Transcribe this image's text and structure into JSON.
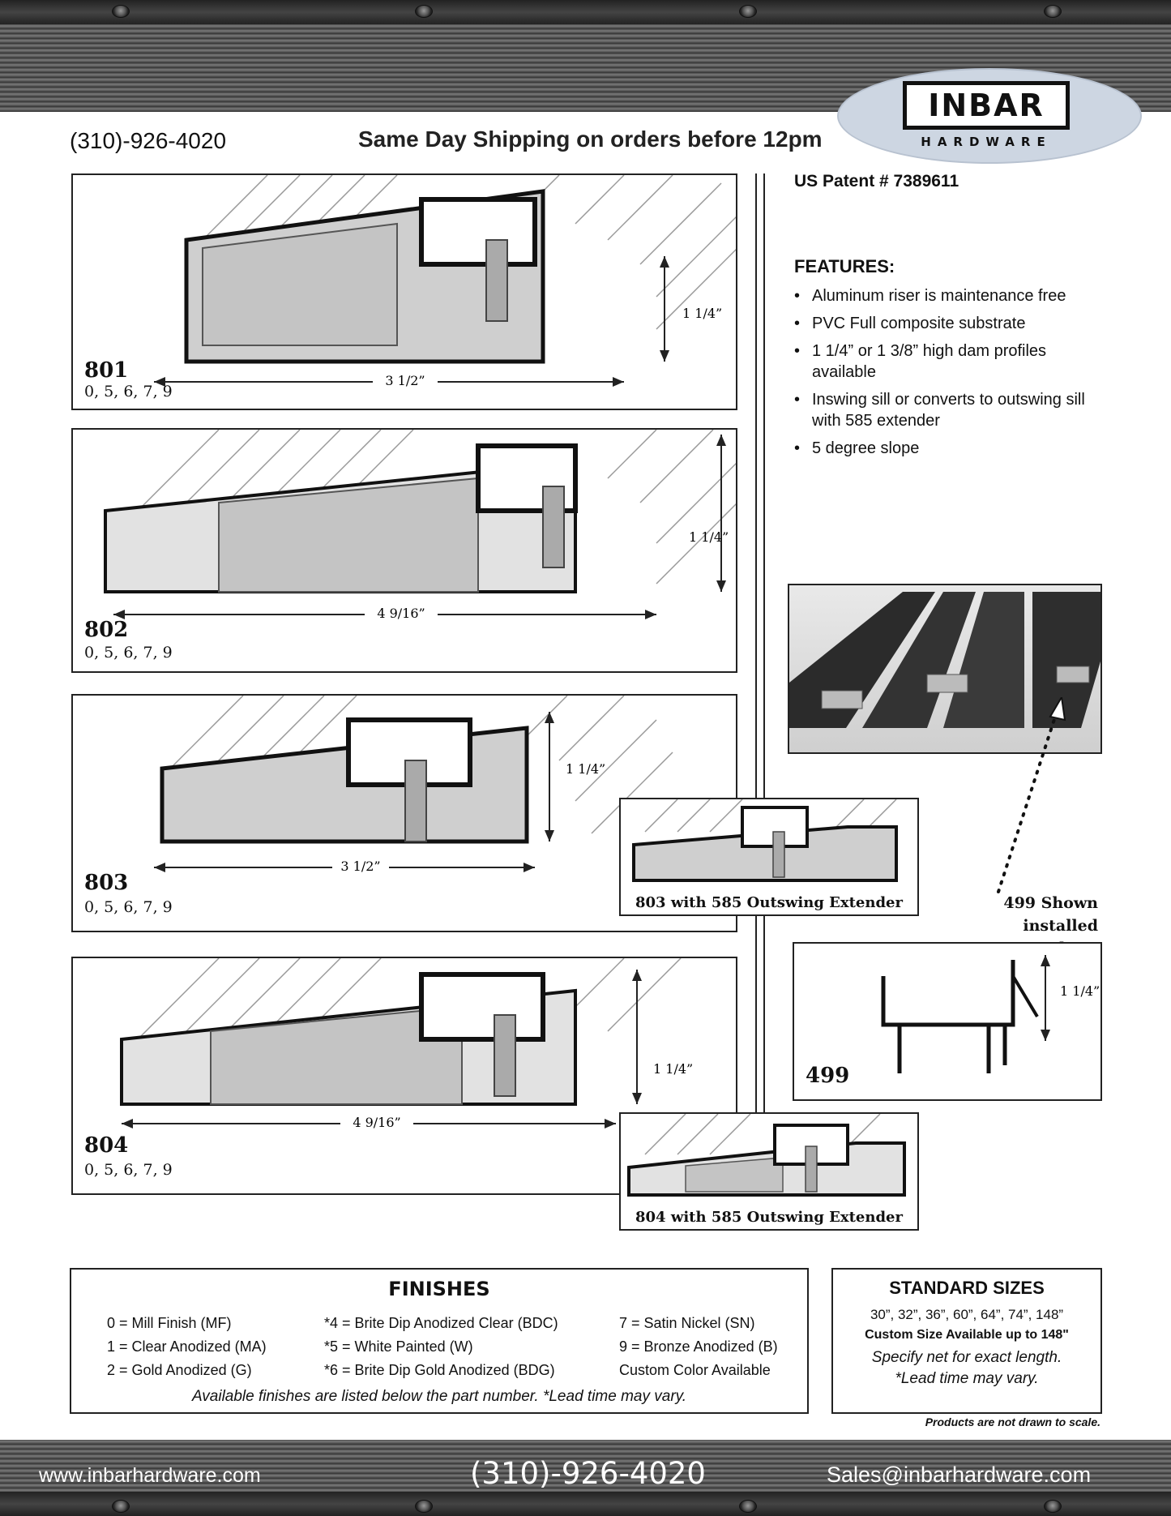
{
  "header": {
    "phone": "(310)-926-4020",
    "shipping": "Same Day Shipping on orders before 12pm",
    "logo": {
      "name": "INBAR",
      "sub": "HARDWARE"
    }
  },
  "patent": "US Patent # 7389611",
  "features": {
    "title": "FEATURES:",
    "items": [
      "Aluminum riser is maintenance free",
      "PVC Full composite substrate",
      "1 1/4” or 1 3/8” high dam profiles available",
      "Inswing sill or converts to outswing sill with 585 extender",
      "5 degree slope"
    ]
  },
  "products": [
    {
      "number": "801",
      "finishes": "0, 5, 6, 7, 9",
      "width": "3 1/2”",
      "height": "1 1/4”"
    },
    {
      "number": "802",
      "finishes": "0, 5, 6, 7, 9",
      "width": "4 9/16”",
      "height": "1 1/4”"
    },
    {
      "number": "803",
      "finishes": "0, 5, 6, 7, 9",
      "width": "3 1/2”",
      "height": "1 1/4”"
    },
    {
      "number": "804",
      "finishes": "0, 5, 6, 7, 9",
      "width": "4 9/16”",
      "height": "1 1/4”"
    }
  ],
  "extenders": {
    "e803": "803 with 585 Outswing Extender",
    "e804": "804 with 585 Outswing Extender"
  },
  "part499": {
    "number": "499",
    "height": "1 1/4”",
    "note_line1": "499 Shown",
    "note_line2": "installed here"
  },
  "finishes": {
    "title": "FINISHES",
    "col1": [
      "0 = Mill Finish (MF)",
      "1 = Clear Anodized (MA)",
      "2 = Gold Anodized (G)"
    ],
    "col2": [
      "*4 = Brite Dip Anodized Clear (BDC)",
      "*5 = White Painted (W)",
      "*6 = Brite Dip Gold Anodized (BDG)"
    ],
    "col3": [
      "7 = Satin Nickel (SN)",
      "9 = Bronze Anodized (B)",
      "Custom Color Available"
    ],
    "note": "Available finishes are listed below the part number. *Lead time may vary."
  },
  "sizes": {
    "title": "STANDARD SIZES",
    "list": "30”, 32”, 36”, 60”, 64”, 74”, 148”",
    "custom": "Custom Size Available up to 148\"",
    "specify": "Specify net for exact length.",
    "lead": "*Lead time may vary."
  },
  "scale_note": "Products are not drawn to scale.",
  "footer": {
    "website": "www.inbarhardware.com",
    "phone": "(310)-926-4020",
    "email": "Sales@inbarhardware.com"
  }
}
